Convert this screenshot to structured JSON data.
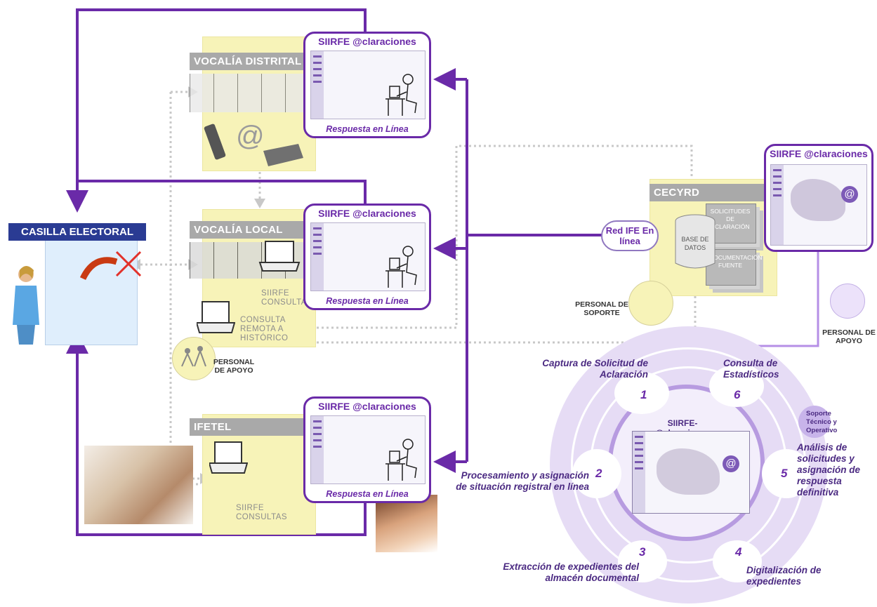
{
  "casilla": {
    "title": "CASILLA ELECTORAL"
  },
  "vocalia_distrital": {
    "title": "VOCALÍA DISTRITAL"
  },
  "vocalia_local": {
    "title": "VOCALÍA LOCAL",
    "siirfe_consultas": "SIIRFE CONSULTAS",
    "consulta_remota": "CONSULTA REMOTA A HISTÓRICO"
  },
  "ifetel": {
    "title": "IFETEL",
    "siirfe_consultas": "SIIRFE CONSULTAS"
  },
  "bubble": {
    "title": "SIIRFE @claraciones",
    "footer": "Respuesta en Línea"
  },
  "personal_apoyo": "PERSONAL DE APOYO",
  "personal_soporte": "PERSONAL DE SOPORTE",
  "red_ife": "Red IFE En línea",
  "cecyrd": {
    "title": "CECYRD",
    "doc_solicitudes": "SOLICITUDES DE ACLARACIÓN",
    "base_datos": "BASE DE DATOS",
    "doc_fuente": "DOCUMENTACIÓN FUENTE"
  },
  "cycle": {
    "center_title": "SIIRFE-@claraciones",
    "soporte": "Soporte Técnico y Operativo",
    "steps": [
      {
        "num": "1",
        "text": "Captura de Solicitud de Aclaración"
      },
      {
        "num": "2",
        "text": "Procesamiento y asignación de situación registral en línea"
      },
      {
        "num": "3",
        "text": "Extracción de expedientes del almacén documental"
      },
      {
        "num": "4",
        "text": "Digitalización de expedientes"
      },
      {
        "num": "5",
        "text": "Análisis de solicitudes y asignación de respuesta definitiva"
      },
      {
        "num": "6",
        "text": "Consulta de Estadísticos"
      }
    ]
  },
  "colors": {
    "purple": "#6a2aa8",
    "panel": "#f7f3b8",
    "header_grey": "#a9a9a9",
    "casilla_blue": "#2a3b93"
  }
}
